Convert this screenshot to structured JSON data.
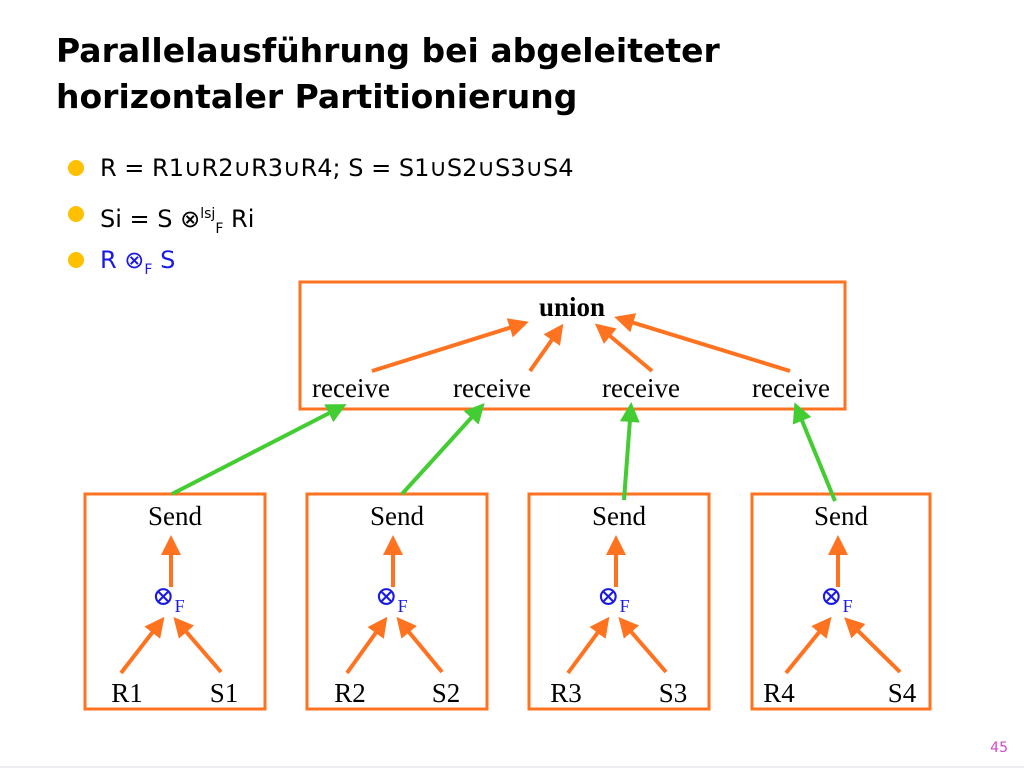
{
  "slide": {
    "title_line1": "Parallelausführung bei abgeleiteter",
    "title_line2": "horizontaler Partitionierung",
    "page_number": "45"
  },
  "bullets": [
    {
      "text": "R = R1∪R2∪R3∪R4; S = S1∪S2∪S3∪S4"
    },
    {
      "prefix": "Si = S ⊗",
      "sup": "lsj",
      "sub": "F",
      "suffix": " Ri"
    },
    {
      "prefix": "R ⊗",
      "sub": "F",
      "suffix": " S",
      "color": "#1a1ae6"
    }
  ],
  "diagram": {
    "union_label": "union",
    "receive_labels": [
      "receive",
      "receive",
      "receive",
      "receive"
    ],
    "send_label": "Send",
    "join_symbol": "⊗",
    "join_subscript": "F",
    "partitions": [
      {
        "left": "R1",
        "right": "S1"
      },
      {
        "left": "R2",
        "right": "S2"
      },
      {
        "left": "R3",
        "right": "S3"
      },
      {
        "left": "R4",
        "right": "S4"
      }
    ],
    "colors": {
      "box_border": "#ff7320",
      "local_arrows": "#ff7320",
      "network_arrows": "#44cc33",
      "bullet_dot": "#ffc000",
      "join_blue": "#1a1ae6"
    }
  }
}
